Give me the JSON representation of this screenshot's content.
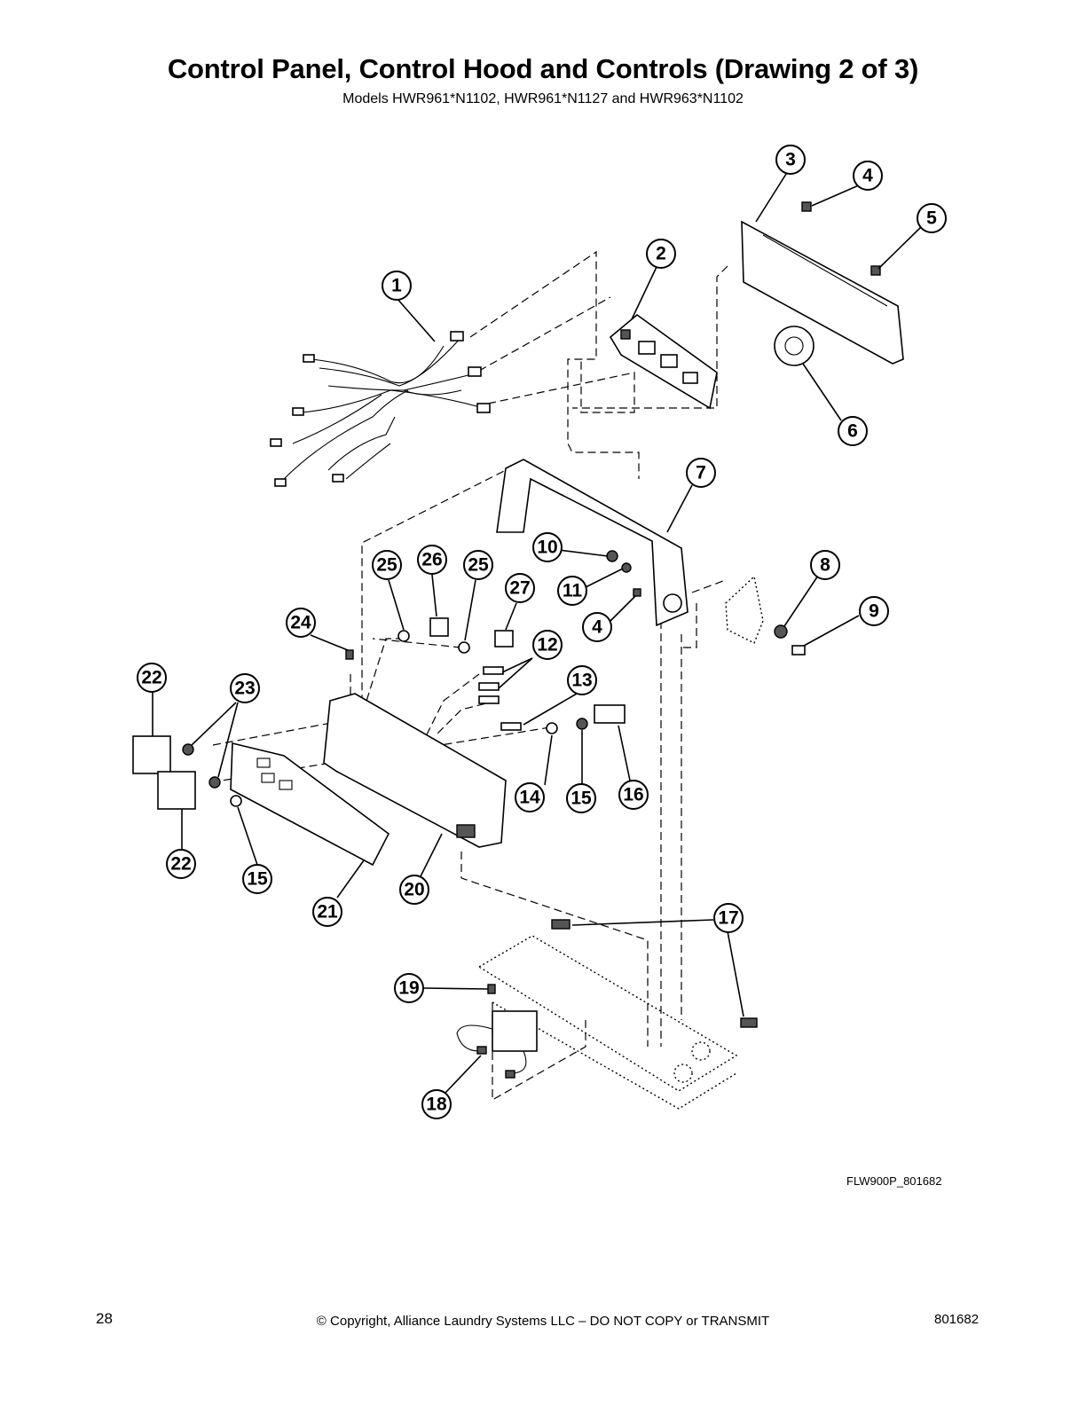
{
  "header": {
    "title": "Control Panel, Control Hood and Controls (Drawing 2 of 3)",
    "subtitle": "Models HWR961*N1102, HWR961*N1127 and HWR963*N1102"
  },
  "diagram": {
    "drawing_id": "FLW900P_801682",
    "callouts": [
      "1",
      "2",
      "3",
      "4",
      "5",
      "6",
      "7",
      "8",
      "9",
      "10",
      "11",
      "4",
      "12",
      "13",
      "14",
      "15",
      "16",
      "17",
      "18",
      "19",
      "20",
      "21",
      "22",
      "22",
      "23",
      "24",
      "25",
      "25",
      "26",
      "27",
      "15"
    ]
  },
  "footer": {
    "page_number": "28",
    "copyright": "© Copyright, Alliance Laundry Systems LLC – DO NOT COPY or TRANSMIT",
    "doc_number": "801682"
  }
}
